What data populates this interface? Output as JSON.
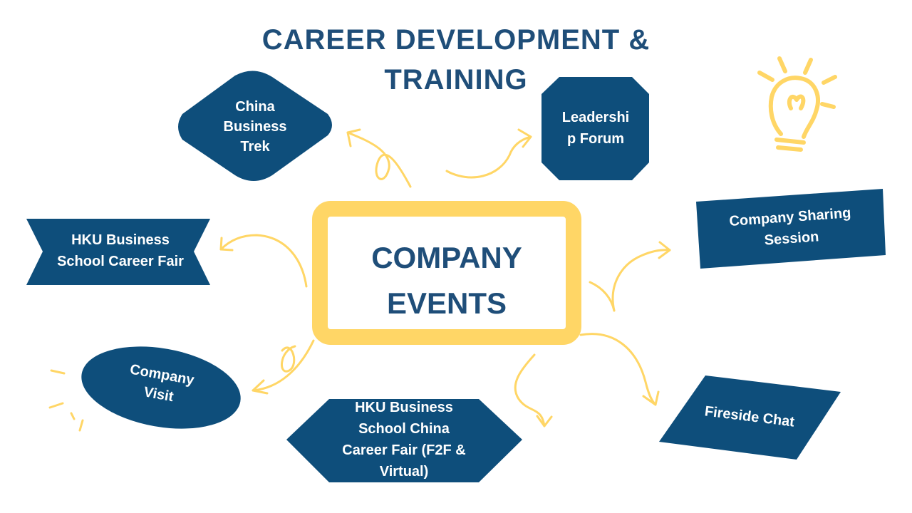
{
  "title": {
    "line1": "CAREER DEVELOPMENT &",
    "line2": "TRAINING"
  },
  "center": {
    "line1": "COMPANY",
    "line2": "EVENTS"
  },
  "nodes": {
    "china_business_trek": {
      "line1": "China",
      "line2": "Business",
      "line3": "Trek"
    },
    "leadership_forum": {
      "line1": "Leadershi",
      "line2": "p Forum"
    },
    "hku_career_fair": {
      "line1": "HKU Business",
      "line2": "School Career Fair"
    },
    "company_sharing": {
      "line1": "Company Sharing",
      "line2": "Session"
    },
    "company_visit": {
      "line1": "Company",
      "line2": "Visit"
    },
    "china_career_fair": {
      "line1": "HKU Business",
      "line2": "School China",
      "line3": "Career Fair (F2F &",
      "line4": "Virtual)"
    },
    "fireside_chat": {
      "line1": "Fireside Chat"
    }
  },
  "colors": {
    "navy": "#1f4e79",
    "yellow": "#ffd666",
    "shape_fill": "#0e4e7b"
  },
  "icons": [
    "lightbulb-icon",
    "sparkle-icon"
  ]
}
